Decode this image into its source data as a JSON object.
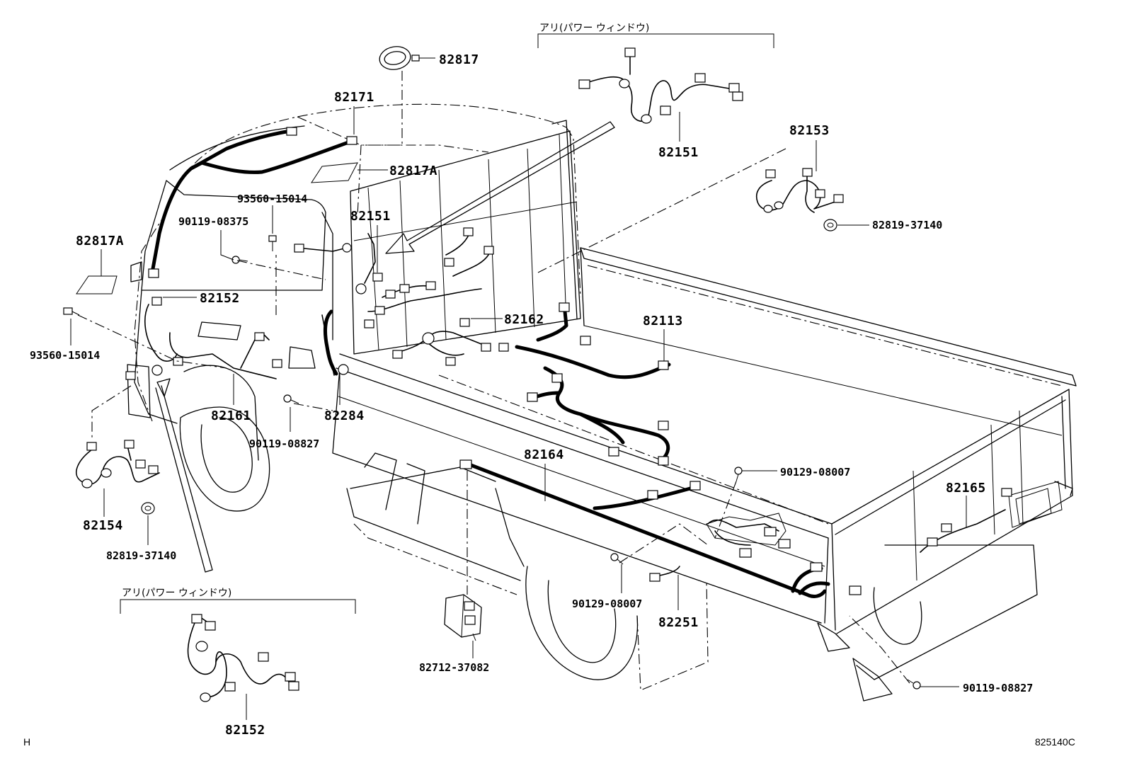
{
  "labels": {
    "p82817": "82817",
    "p82171": "82171",
    "p82817a_top": "82817A",
    "p93560_top": "93560-15014",
    "p90119_08375": "90119-08375",
    "p82151_mid": "82151",
    "p82817a_left": "82817A",
    "p82152_mid": "82152",
    "p93560_left": "93560-15014",
    "p82162": "82162",
    "p82113": "82113",
    "p82161": "82161",
    "p82284": "82284",
    "p90119_08827_mid": "90119-08827",
    "p82154": "82154",
    "p82819_left": "82819-37140",
    "p82164": "82164",
    "p90129_08007_right": "90129-08007",
    "p82165": "82165",
    "p90129_08007_mid": "90129-08007",
    "p82251": "82251",
    "p82712": "82712-37082",
    "p90119_08827_right": "90119-08827",
    "p82152_bottom": "82152",
    "p82151_top": "82151",
    "p82153": "82153",
    "p82819_right": "82819-37140"
  },
  "notes": {
    "power_window_top": "アリ(パワー ウィンドウ)",
    "power_window_bottom": "アリ(パワー ウィンドウ)"
  },
  "corner": {
    "left": "H",
    "right": "825140C"
  }
}
